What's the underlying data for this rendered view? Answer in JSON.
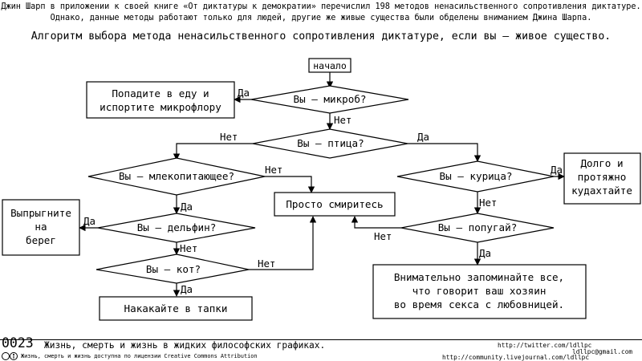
{
  "header": {
    "line1": "Джин Шарп в приложении к своей книге «От диктатуры к демократии» перечислил 198 методов ненасильственного сопротивления диктатуре.",
    "line2": "Однако, данные методы работают только для людей, другие же живые существа были обделены вниманием Джина Шарпа.",
    "title": "Алгоритм выбора метода ненасильственного сопротивления диктатуре, если вы — живое существо."
  },
  "flowchart": {
    "start": "начало",
    "q_microbe": "Вы — микроб?",
    "q_bird": "Вы — птица?",
    "q_mammal": "Вы — млекопитающее?",
    "q_dolphin": "Вы — дельфин?",
    "q_cat": "Вы — кот?",
    "q_chicken": "Вы — курица?",
    "q_parrot": "Вы — попугай?",
    "a_food": [
      "Попадите в еду и",
      "испортите микрофлору"
    ],
    "a_jump": [
      "Выпрыгните",
      "на",
      "берег"
    ],
    "a_accept": "Просто смиритесь",
    "a_poop": "Накакайте в тапки",
    "a_cluck": [
      "Долго и",
      "протяжно",
      "кудахтайте"
    ],
    "a_memorize": [
      "Внимательно запоминайте все,",
      "что говорит ваш хозяин",
      "во время секса с любовницей."
    ],
    "yes": "Да",
    "no": "Нет"
  },
  "footer": {
    "number": "0023",
    "series": "Жизнь, смерть и жизнь в жидких философских графиках.",
    "license": "Жизнь, смерть и жизнь доступна по лицензии Creative Commons Attribution",
    "twitter": "http://twitter.com/ldllpc",
    "email": "ldllpc@gmail.com",
    "lj": "http://community.livejournal.com/ldllpc"
  }
}
